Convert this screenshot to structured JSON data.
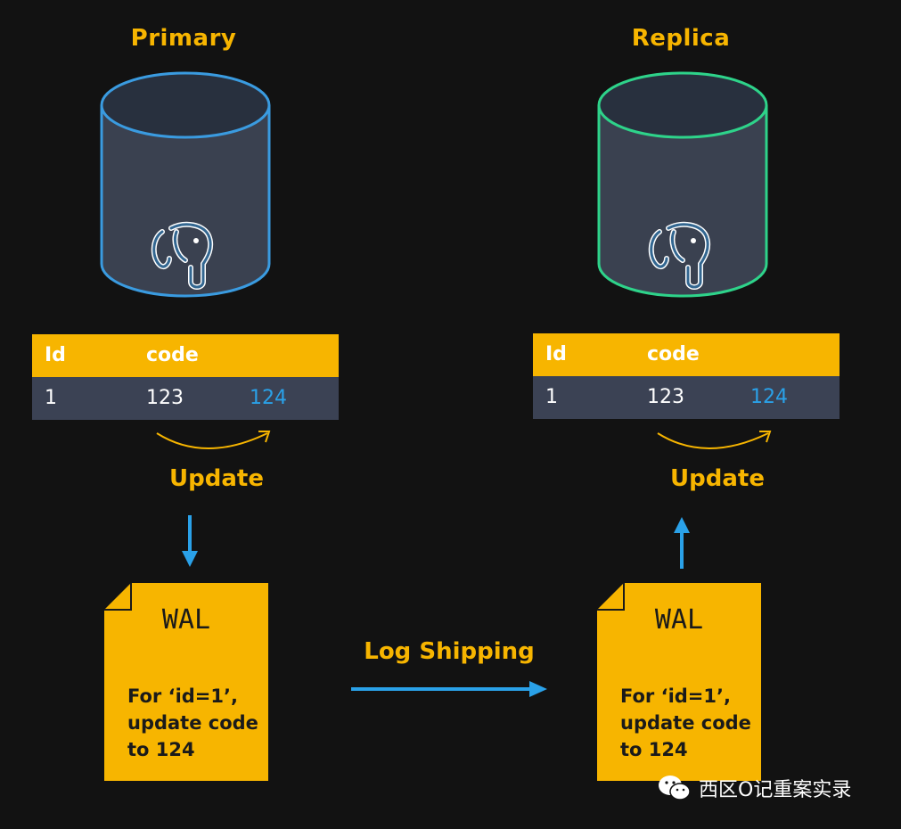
{
  "primary": {
    "title": "Primary",
    "table": {
      "headers": [
        "Id",
        "code"
      ],
      "row": {
        "id": "1",
        "old_code": "123",
        "new_code": "124"
      }
    },
    "update_label": "Update",
    "wal": {
      "title": "WAL",
      "body": "For ‘id=1’,\nupdate code\nto 124"
    }
  },
  "replica": {
    "title": "Replica",
    "table": {
      "headers": [
        "Id",
        "code"
      ],
      "row": {
        "id": "1",
        "old_code": "123",
        "new_code": "124"
      }
    },
    "update_label": "Update",
    "wal": {
      "title": "WAL",
      "body": "For ‘id=1’,\nupdate code\nto 124"
    }
  },
  "log_shipping_label": "Log Shipping",
  "watermark": {
    "text": "西区O记重案实录",
    "icon": "wechat-icon"
  },
  "colors": {
    "accent": "#f7b500",
    "arrow": "#2aa1e8",
    "primary_outline": "#3a9be0",
    "replica_outline": "#2ed38a",
    "db_body": "#3a4150",
    "row_bg": "#3b4254",
    "background": "#121212"
  }
}
